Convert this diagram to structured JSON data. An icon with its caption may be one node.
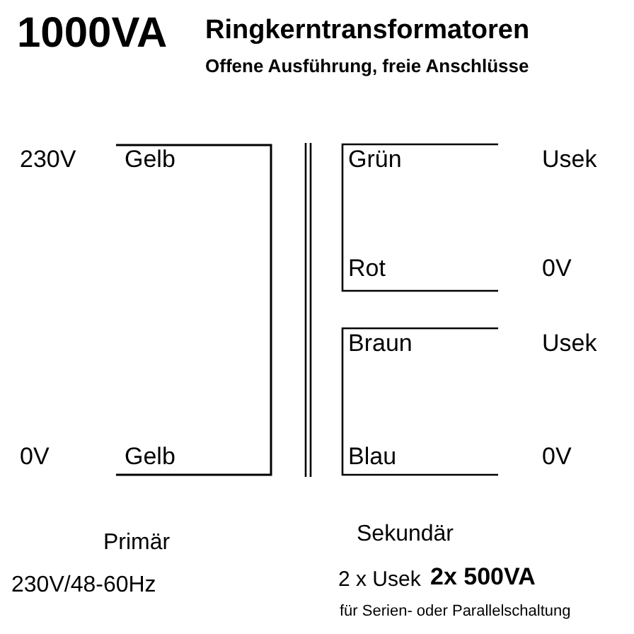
{
  "diagram": {
    "title": "Ringkerntransformatoren",
    "labels": [
      "1000VA",
      "Offene Ausführung, freie Anschlüsse",
      "230V",
      "Gelb",
      "Grün",
      "Usek",
      "Rot",
      "0V",
      "Braun",
      "Usek",
      "0V",
      "Gelb",
      "Blau",
      "0V",
      "Primär",
      "Sekundär",
      "2 x Usek",
      "2x 500VA",
      "230V/48-60Hz",
      "für Serien- oder Parallelschaltung"
    ]
  }
}
